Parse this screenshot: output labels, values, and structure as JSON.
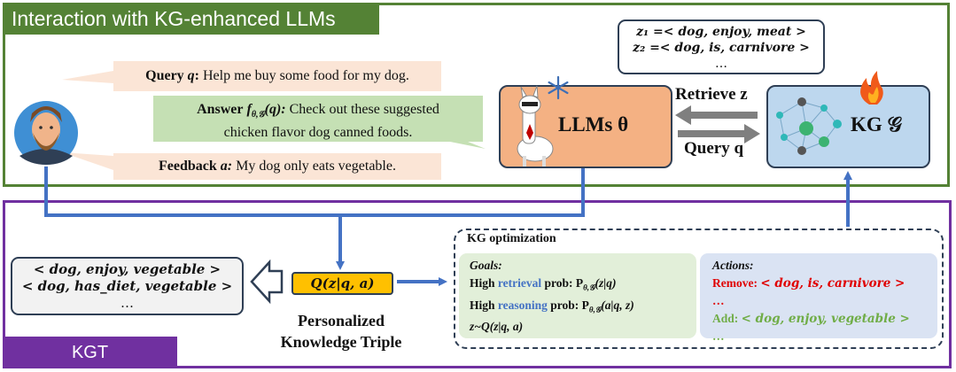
{
  "top_panel": {
    "title": "Interaction with KG-enhanced LLMs"
  },
  "bottom_panel": {
    "title": "KGT"
  },
  "dialog": {
    "query_label": "Query",
    "query_var": "q",
    "query_text": "Help me buy some food for my dog.",
    "answer_label": "Answer",
    "answer_var": "f",
    "answer_sub": "θ,𝒢",
    "answer_arg": "(q):",
    "answer_text_1": "Check out these suggested",
    "answer_text_2": "chicken flavor dog canned foods.",
    "feedback_label": "Feedback",
    "feedback_var": "a:",
    "feedback_text": "My dog only eats vegetable."
  },
  "retrieved_triples": {
    "z1": "z₁ =< dog, enjoy, meat >",
    "z2": "z₂ =< dog, is, carnivore >",
    "more": "…"
  },
  "llm": {
    "label": "LLMs θ"
  },
  "kg": {
    "label": "KG 𝒢"
  },
  "arrows": {
    "retrieve": "Retrieve z",
    "query": "Query q"
  },
  "personalized": {
    "triple_1": "< dog, enjoy, vegetable >",
    "triple_2": "< dog, has_diet, vegetable >",
    "more": "…",
    "q_box": "Q(z|q, a)",
    "caption_1": "Personalized",
    "caption_2": "Knowledge Triple"
  },
  "kg_optimization": {
    "title": "KG optimization",
    "goals_title": "Goals:",
    "goal_1_prefix": "High",
    "goal_1_key": "retrieval",
    "goal_1_suffix": "prob: P",
    "goal_1_sub": "θ,𝒢",
    "goal_1_expr": "(z|q)",
    "goal_2_prefix": "High",
    "goal_2_key": "reasoning",
    "goal_2_suffix": "prob: P",
    "goal_2_sub": "θ,𝒢",
    "goal_2_expr": "(a|q, z)",
    "goal_3": "z~Q(z|q, a)",
    "actions_title": "Actions:",
    "remove_label": "Remove:",
    "remove_triple": "< dog, is, carnivore >",
    "remove_more": "…",
    "add_label": "Add:",
    "add_triple": "< dog, enjoy, vegetable >",
    "add_more": "…"
  },
  "colors": {
    "top_border": "#548235",
    "bottom_border": "#7030a0",
    "arrow_blue": "#4472c4",
    "query_bubble": "#fbe5d6",
    "answer_bubble": "#c5e0b4",
    "llm_fill": "#f4b183",
    "kg_fill": "#bdd7ee",
    "q_box_fill": "#ffc000"
  },
  "icons": [
    "user-avatar-icon",
    "llama-icon",
    "snowflake-icon",
    "knowledge-graph-icon",
    "fire-icon",
    "hollow-arrow-icon"
  ]
}
